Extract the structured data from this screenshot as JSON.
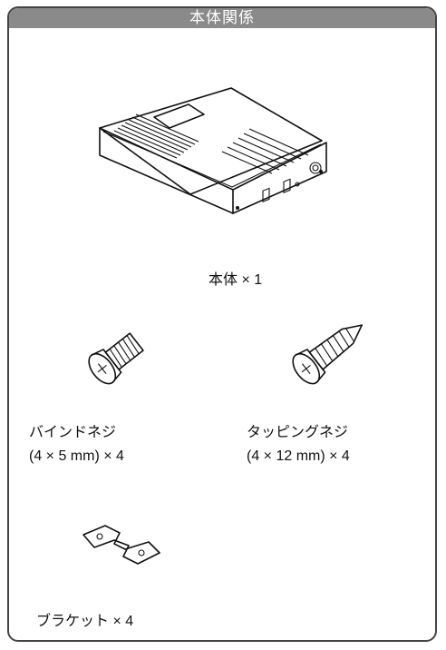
{
  "header": {
    "title": "本体関係"
  },
  "items": {
    "body_unit": {
      "label": "本体 × 1"
    },
    "binding_screw": {
      "name": "バインドネジ",
      "size": "(4 × 5 mm) × 4"
    },
    "tapping_screw": {
      "name": "タッピングネジ",
      "size": "(4 × 12 mm) × 4"
    },
    "bracket": {
      "label": "ブラケット × 4"
    }
  }
}
